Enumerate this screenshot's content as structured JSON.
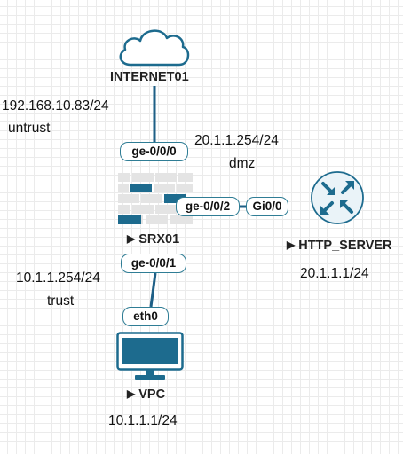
{
  "devices": {
    "internet": {
      "name": "INTERNET01",
      "icon": "cloud-icon",
      "addresses": [
        "192.168.10.83/24",
        "untrust"
      ]
    },
    "firewall": {
      "name": "SRX01",
      "icon": "firewall-icon",
      "interfaces": [
        "ge-0/0/0",
        "ge-0/0/2",
        "ge-0/0/1"
      ]
    },
    "server": {
      "name": "HTTP_SERVER",
      "icon": "router-icon",
      "interface": "Gi0/0",
      "address": "20.1.1.1/24"
    },
    "vpc": {
      "name": "VPC",
      "icon": "monitor-icon",
      "interface": "eth0",
      "address": "10.1.1.1/24"
    }
  },
  "zones": {
    "dmz": {
      "address": "20.1.1.254/24",
      "zone": "dmz"
    },
    "trust": {
      "address": "10.1.1.254/24",
      "zone": "trust"
    }
  },
  "node_marker": "▶",
  "colors": {
    "link": "#1e5f86",
    "pill_border": "#2f7d95",
    "icon_blue": "#1d6b8e",
    "firewall_brick": "#e4e4e4",
    "router_fill": "#eaf3f8"
  }
}
